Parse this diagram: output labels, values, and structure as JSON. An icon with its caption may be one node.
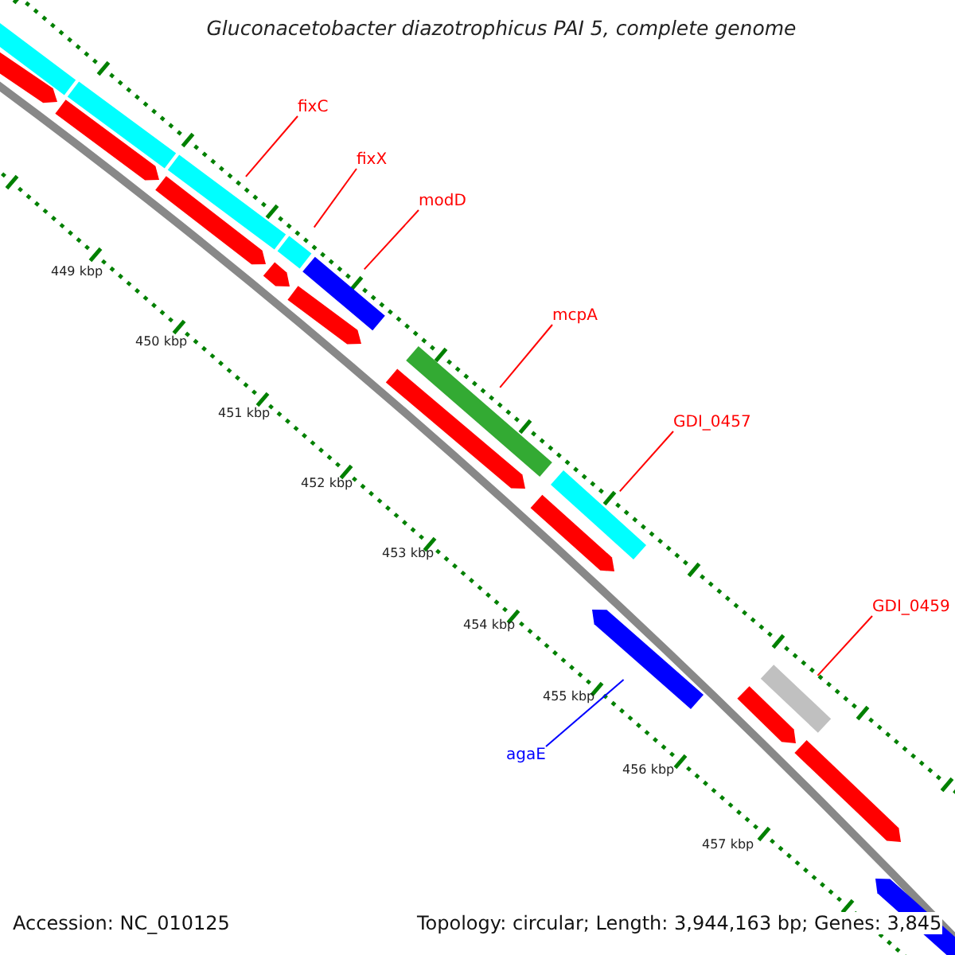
{
  "diagram": {
    "title": "Gluconacetobacter diazotrophicus PAI 5, complete genome",
    "nodes": [
      {
        "text": [
          "fixC"
        ]
      },
      {
        "text": [],
        "shape": "bar"
      },
      {
        "text": [
          "fixX"
        ]
      },
      {
        "text": [],
        "shape": "bar"
      },
      {
        "text": [
          "modD"
        ]
      },
      {
        "text": [],
        "shape": "bar"
      },
      {
        "text": [
          "mcpA"
        ]
      },
      {
        "text": [],
        "shape": "bar"
      },
      {
        "text": [
          "GDI_0457"
        ]
      },
      {
        "text": [],
        "shape": "bar"
      },
      {
        "text": [
          "GDI_0459"
        ]
      },
      {
        "text": [],
        "shape": "bar"
      },
      {
        "text": [
          "agaE"
        ]
      },
      {
        "text": [],
        "shape": "bar"
      },
      {
        "text": [],
        "shape": "bar"
      },
      {
        "text": [],
        "shape": "bar"
      },
      {
        "text": [],
        "shape": "bar"
      },
      {
        "text": [],
        "shape": "bar"
      },
      {
        "text": [],
        "shape": "bar"
      },
      {
        "text": [],
        "shape": "bar"
      },
      {
        "text": [],
        "shape": "bar"
      },
      {
        "text": [],
        "shape": "bar"
      },
      {
        "text": [],
        "shape": "bar"
      },
      {
        "text": [],
        "shape": "bar"
      },
      {
        "text": [],
        "shape": "bar"
      },
      {
        "text": [],
        "shape": "bar"
      }
    ],
    "edges": [
      {
        "from": 0,
        "to": 1,
        "arrow": "none"
      },
      {
        "from": 2,
        "to": 3,
        "arrow": "none"
      },
      {
        "from": 4,
        "to": 5,
        "arrow": "none"
      },
      {
        "from": 6,
        "to": 7,
        "arrow": "none"
      },
      {
        "from": 8,
        "to": 9,
        "arrow": "none"
      },
      {
        "from": 10,
        "to": 11,
        "arrow": "none"
      },
      {
        "from": 12,
        "to": 13,
        "arrow": "none",
        "color": "#0000ff"
      }
    ],
    "labels": [
      "449 kbp",
      "450 kbp",
      "451 kbp",
      "452 kbp",
      "453 kbp",
      "454 kbp",
      "455 kbp",
      "456 kbp",
      "457 kbp",
      "Accession: NC_010125",
      "Topology: circular; Length: 3,944,163 bp; Genes: 3,845"
    ]
  }
}
